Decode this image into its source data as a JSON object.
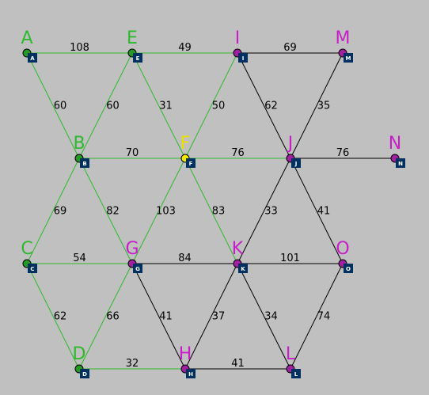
{
  "colors": {
    "background": "#c0c0c0",
    "visited": "#2fb82f",
    "visited_node": "#249a24",
    "unvisited": "#c81ec8",
    "unvisited_node": "#a020a0",
    "current": "#e8e000",
    "current_node": "#f0e800",
    "default_edge": "#000000",
    "tag_box": "#003060"
  },
  "nodes": [
    {
      "id": "A",
      "label": "A",
      "tag": "A",
      "state": "visited"
    },
    {
      "id": "E",
      "label": "E",
      "tag": "E",
      "state": "visited"
    },
    {
      "id": "I",
      "label": "I",
      "tag": "I",
      "state": "unvisited"
    },
    {
      "id": "M",
      "label": "M",
      "tag": "M",
      "state": "unvisited"
    },
    {
      "id": "B",
      "label": "B",
      "tag": "B",
      "state": "visited"
    },
    {
      "id": "F",
      "label": "F",
      "tag": "F",
      "state": "current"
    },
    {
      "id": "J",
      "label": "J",
      "tag": "J",
      "state": "unvisited"
    },
    {
      "id": "N",
      "label": "N",
      "tag": "N",
      "state": "unvisited"
    },
    {
      "id": "C",
      "label": "C",
      "tag": "C",
      "state": "visited"
    },
    {
      "id": "G",
      "label": "G",
      "tag": "G",
      "state": "unvisited"
    },
    {
      "id": "K",
      "label": "K",
      "tag": "K",
      "state": "unvisited"
    },
    {
      "id": "O",
      "label": "O",
      "tag": "O",
      "state": "unvisited"
    },
    {
      "id": "D",
      "label": "D",
      "tag": "D",
      "state": "visited"
    },
    {
      "id": "H",
      "label": "H",
      "tag": "H",
      "state": "unvisited"
    },
    {
      "id": "L",
      "label": "L",
      "tag": "L",
      "state": "unvisited"
    }
  ],
  "edges": [
    {
      "from": "A",
      "to": "E",
      "weight": "108",
      "highlighted": true
    },
    {
      "from": "E",
      "to": "I",
      "weight": "49",
      "highlighted": true
    },
    {
      "from": "I",
      "to": "M",
      "weight": "69",
      "highlighted": false
    },
    {
      "from": "A",
      "to": "B",
      "weight": "60",
      "highlighted": true
    },
    {
      "from": "E",
      "to": "B",
      "weight": "60",
      "highlighted": true
    },
    {
      "from": "E",
      "to": "F",
      "weight": "31",
      "highlighted": true
    },
    {
      "from": "I",
      "to": "F",
      "weight": "50",
      "highlighted": true
    },
    {
      "from": "I",
      "to": "J",
      "weight": "62",
      "highlighted": false
    },
    {
      "from": "M",
      "to": "J",
      "weight": "35",
      "highlighted": false
    },
    {
      "from": "B",
      "to": "F",
      "weight": "70",
      "highlighted": true
    },
    {
      "from": "F",
      "to": "J",
      "weight": "76",
      "highlighted": true
    },
    {
      "from": "J",
      "to": "N",
      "weight": "76",
      "highlighted": false
    },
    {
      "from": "B",
      "to": "C",
      "weight": "69",
      "highlighted": true
    },
    {
      "from": "B",
      "to": "G",
      "weight": "82",
      "highlighted": true
    },
    {
      "from": "F",
      "to": "G",
      "weight": "103",
      "highlighted": true
    },
    {
      "from": "F",
      "to": "K",
      "weight": "83",
      "highlighted": true
    },
    {
      "from": "J",
      "to": "K",
      "weight": "33",
      "highlighted": false
    },
    {
      "from": "J",
      "to": "O",
      "weight": "41",
      "highlighted": false
    },
    {
      "from": "C",
      "to": "G",
      "weight": "54",
      "highlighted": true
    },
    {
      "from": "G",
      "to": "K",
      "weight": "84",
      "highlighted": false
    },
    {
      "from": "K",
      "to": "O",
      "weight": "101",
      "highlighted": false
    },
    {
      "from": "C",
      "to": "D",
      "weight": "62",
      "highlighted": true
    },
    {
      "from": "G",
      "to": "D",
      "weight": "66",
      "highlighted": true
    },
    {
      "from": "G",
      "to": "H",
      "weight": "41",
      "highlighted": false
    },
    {
      "from": "K",
      "to": "H",
      "weight": "37",
      "highlighted": false
    },
    {
      "from": "K",
      "to": "L",
      "weight": "34",
      "highlighted": false
    },
    {
      "from": "O",
      "to": "L",
      "weight": "74",
      "highlighted": false
    },
    {
      "from": "D",
      "to": "H",
      "weight": "32",
      "highlighted": true
    },
    {
      "from": "H",
      "to": "L",
      "weight": "41",
      "highlighted": false
    }
  ]
}
